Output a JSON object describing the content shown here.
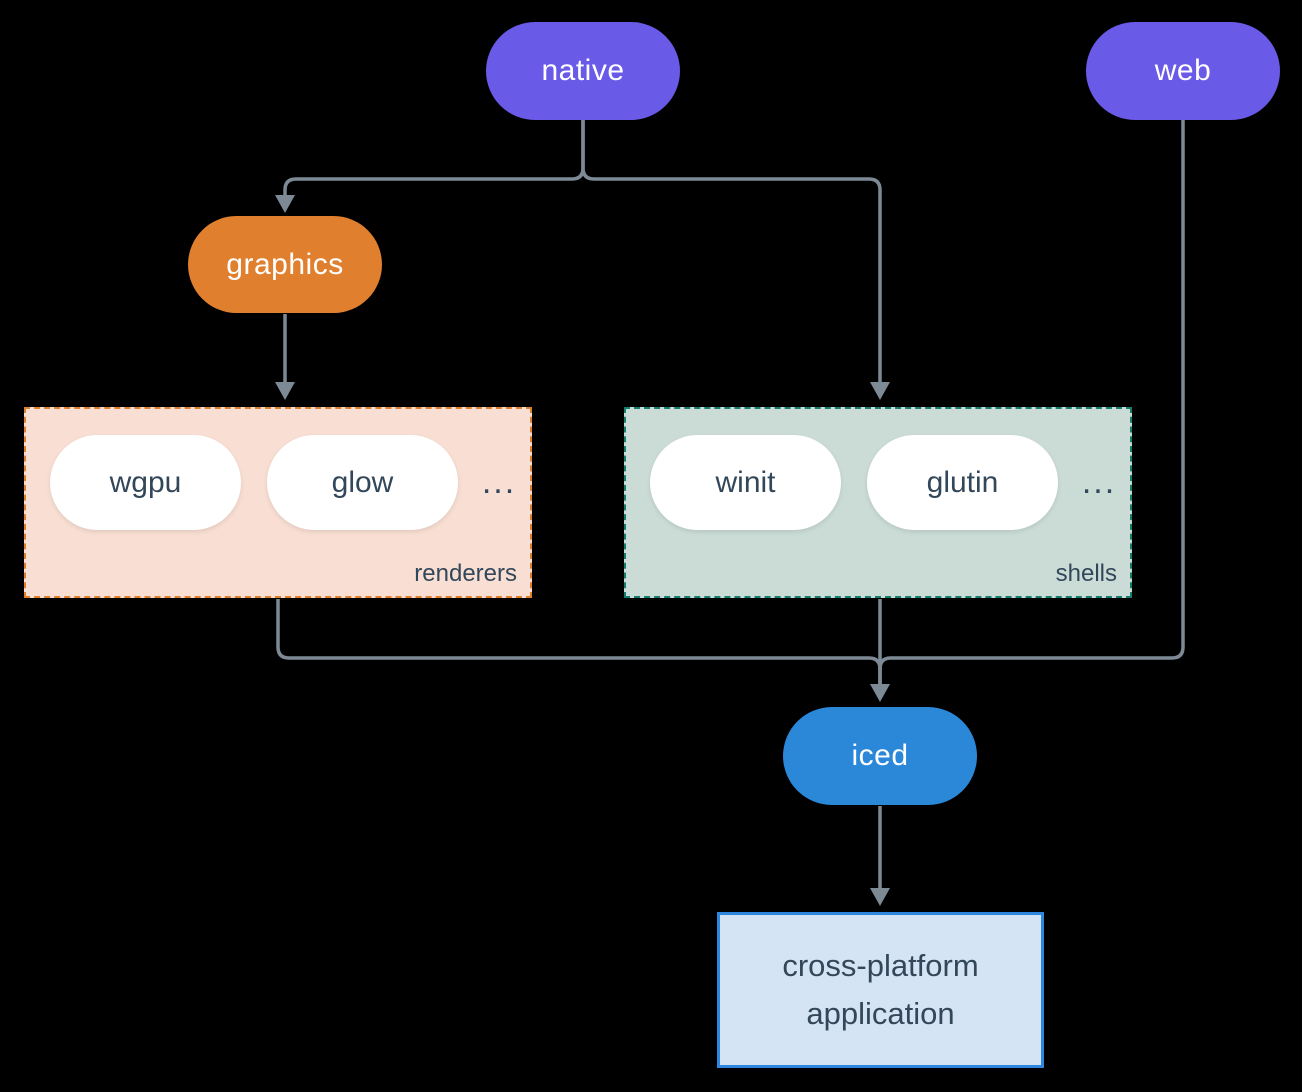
{
  "colors": {
    "background": "#000000",
    "line": "#7d8a96",
    "purple": "#6a5ae8",
    "orange": "#e0802f",
    "blue": "#2b87d8",
    "dark_text": "#33475a",
    "renderers_fill": "#f9dfd3",
    "renderers_border": "#e0802f",
    "shells_fill": "#cbdcd6",
    "shells_border": "#177e6e",
    "app_fill": "#d4e4f5",
    "app_border": "#2e86de"
  },
  "nodes": {
    "native": {
      "label": "native"
    },
    "web": {
      "label": "web"
    },
    "graphics": {
      "label": "graphics"
    },
    "iced": {
      "label": "iced"
    },
    "app": {
      "line1": "cross-platform",
      "line2": "application"
    }
  },
  "groups": {
    "renderers": {
      "label": "renderers",
      "items": [
        "wgpu",
        "glow"
      ],
      "ellipsis": "..."
    },
    "shells": {
      "label": "shells",
      "items": [
        "winit",
        "glutin"
      ],
      "ellipsis": "..."
    }
  }
}
